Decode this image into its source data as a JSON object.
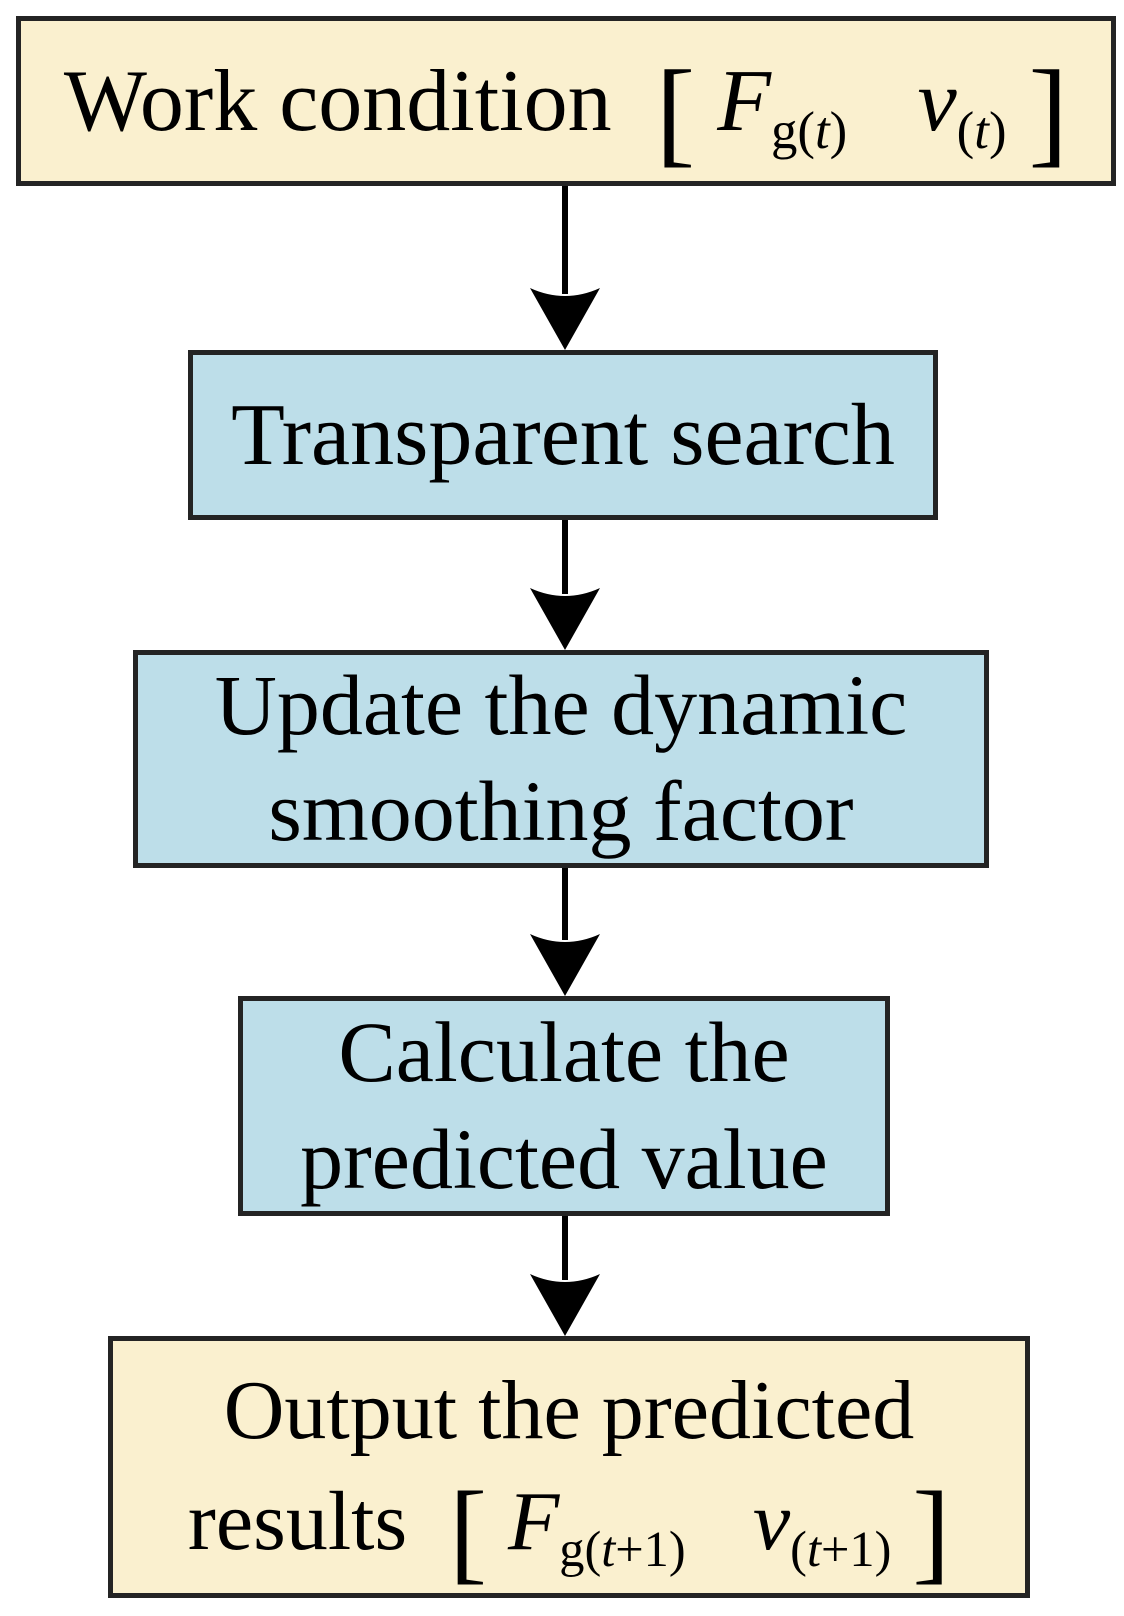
{
  "colors": {
    "background": "#FFFFFF",
    "io_fill": "#FAF0CF",
    "process_fill": "#BDDEE9",
    "border": "#242424",
    "arrow": "#000000",
    "text": "#000000"
  },
  "nodes": {
    "work_condition": {
      "text": "Work condition",
      "bracket_open": "[",
      "F": "F",
      "F_sub_pre": "g(",
      "F_sub_t": "t",
      "F_sub_post": ")",
      "v": "v",
      "v_sub_pre": "(",
      "v_sub_t": "t",
      "v_sub_post": ")",
      "bracket_close": "]"
    },
    "transparent_search": {
      "text": "Transparent search"
    },
    "update_smoothing": {
      "line1": "Update the dynamic",
      "line2": "smoothing factor"
    },
    "calculate_predicted": {
      "line1": "Calculate the",
      "line2": "predicted value"
    },
    "output_results": {
      "line1": "Output the predicted",
      "line2_text": "results",
      "bracket_open": "[",
      "F": "F",
      "F_sub_pre": "g(",
      "F_sub_t": "t",
      "F_sub_post": "+1)",
      "v": "v",
      "v_sub_pre": "(",
      "v_sub_t": "t",
      "v_sub_post": "+1)",
      "bracket_close": "]"
    }
  }
}
